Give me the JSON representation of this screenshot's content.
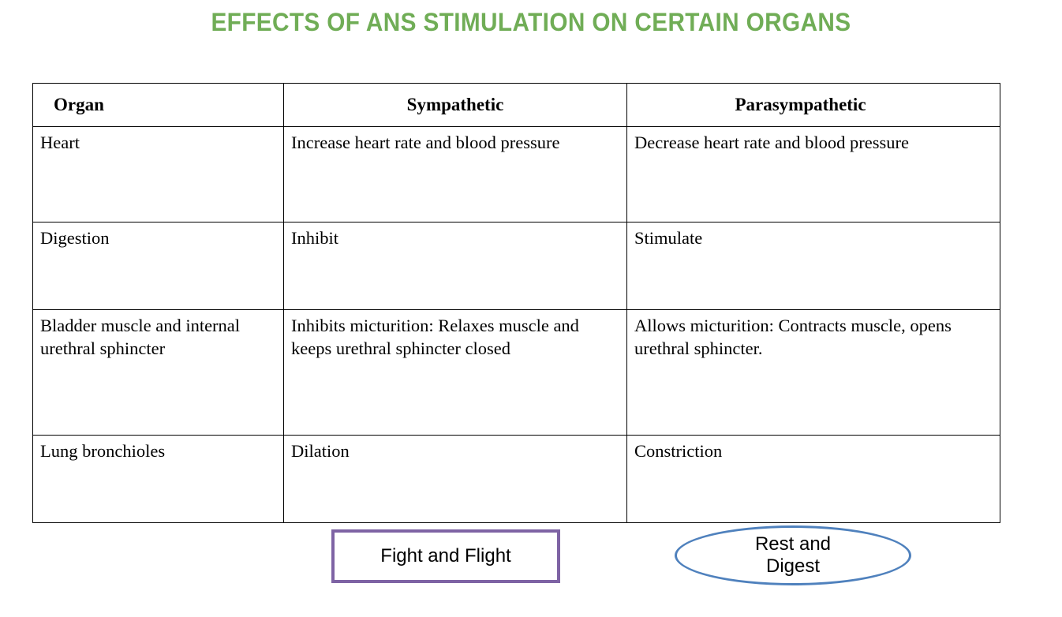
{
  "slide": {
    "title": "EFFECTS OF ANS STIMULATION ON CERTAIN ORGANS",
    "title_color": "#70AD56",
    "background": "#FFFFFF"
  },
  "table": {
    "border_color": "#000000",
    "headers": [
      "Organ",
      "Sympathetic",
      "Parasympathetic"
    ],
    "rows": [
      {
        "organ": "Heart",
        "sympathetic": "Increase heart rate and blood pressure",
        "parasympathetic": "Decrease heart rate and blood pressure"
      },
      {
        "organ": "Digestion",
        "sympathetic": "Inhibit",
        "parasympathetic": "Stimulate"
      },
      {
        "organ": "Bladder muscle and internal urethral sphincter",
        "sympathetic": "Inhibits micturition: Relaxes muscle and keeps urethral sphincter closed",
        "parasympathetic": "Allows micturition: Contracts muscle, opens urethral sphincter."
      },
      {
        "organ": "Lung bronchioles",
        "sympathetic": "Dilation",
        "parasympathetic": "Constriction"
      }
    ]
  },
  "shapes": {
    "sympathetic_callout": {
      "label": "Fight and Flight",
      "border_color": "#7E63A4",
      "fill": "#FFFFFF",
      "shape": "rectangle"
    },
    "parasympathetic_callout": {
      "label_line1": "Rest and",
      "label_line2": "Digest",
      "border_color": "#4F81BD",
      "fill": "#FFFFFF",
      "shape": "ellipse"
    }
  }
}
